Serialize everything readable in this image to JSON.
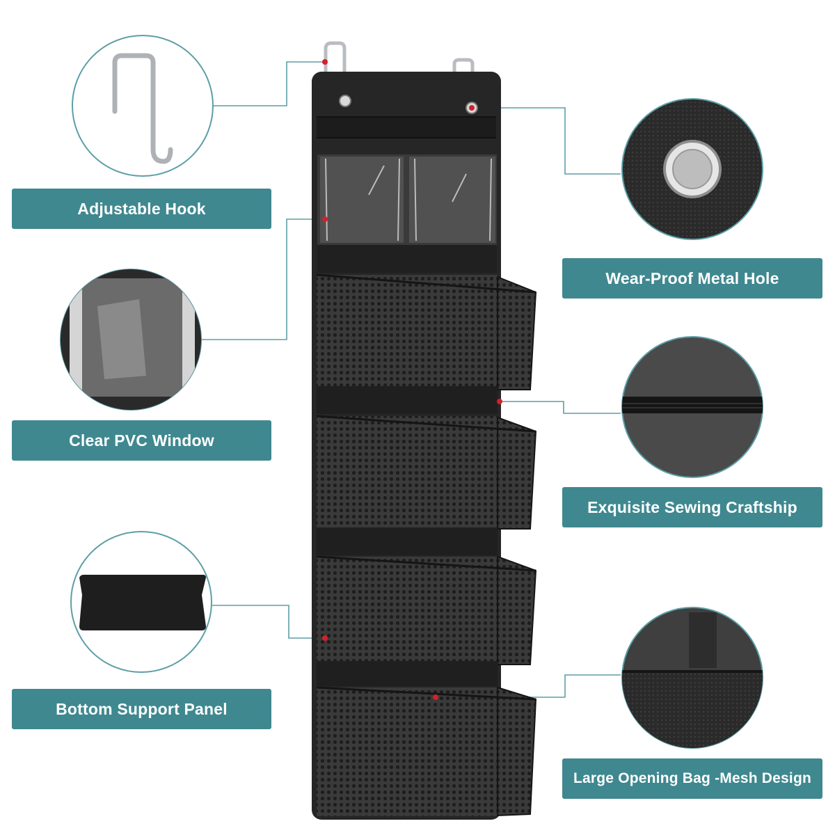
{
  "colors": {
    "label_bg": "#3f8890",
    "connector": "#5c9ea6",
    "product": "#2b2b2b",
    "marker": "#d3202c"
  },
  "labels": {
    "adjustable_hook": "Adjustable Hook",
    "clear_pvc_window": "Clear PVC Window",
    "bottom_support_panel": "Bottom Support Panel",
    "wear_proof_metal_hole": "Wear-Proof Metal Hole",
    "exquisite_sewing": "Exquisite Sewing Craftship",
    "large_opening_bag": "Large Opening Bag -Mesh Design"
  }
}
